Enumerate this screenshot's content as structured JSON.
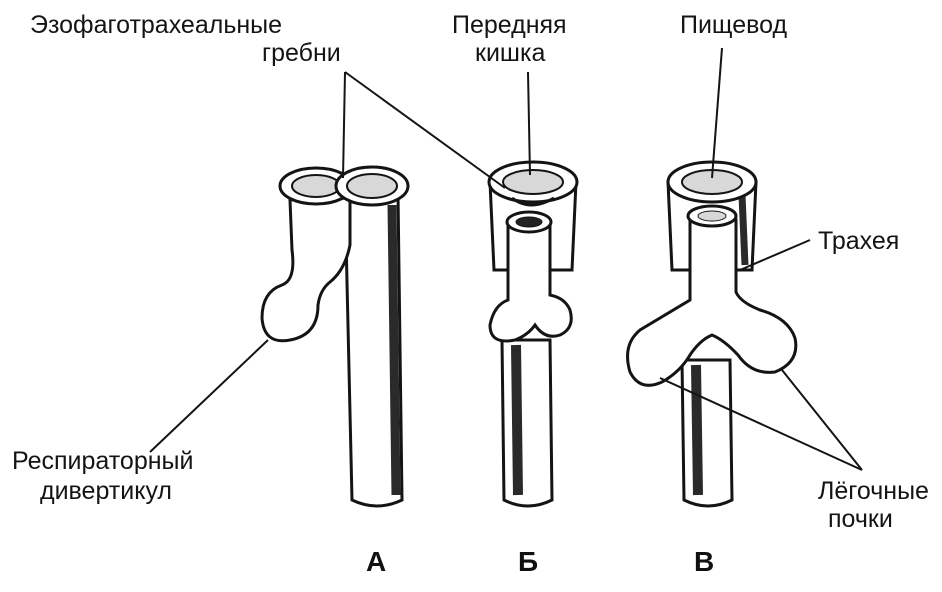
{
  "labels": {
    "esophagotracheal_ridges_1": "Эзофаготрахеальные",
    "esophagotracheal_ridges_2": "гребни",
    "foregut_1": "Передняя",
    "foregut_2": "кишка",
    "esophagus": "Пищевод",
    "trachea": "Трахея",
    "respiratory_diverticulum_1": "Респираторный",
    "respiratory_diverticulum_2": "дивертикул",
    "lung_buds_1": "Лёгочные",
    "lung_buds_2": "почки"
  },
  "panels": [
    "А",
    "Б",
    "В"
  ],
  "colors": {
    "ink": "#141414",
    "fill": "#ffffff",
    "shade": "#3a3a3a"
  }
}
